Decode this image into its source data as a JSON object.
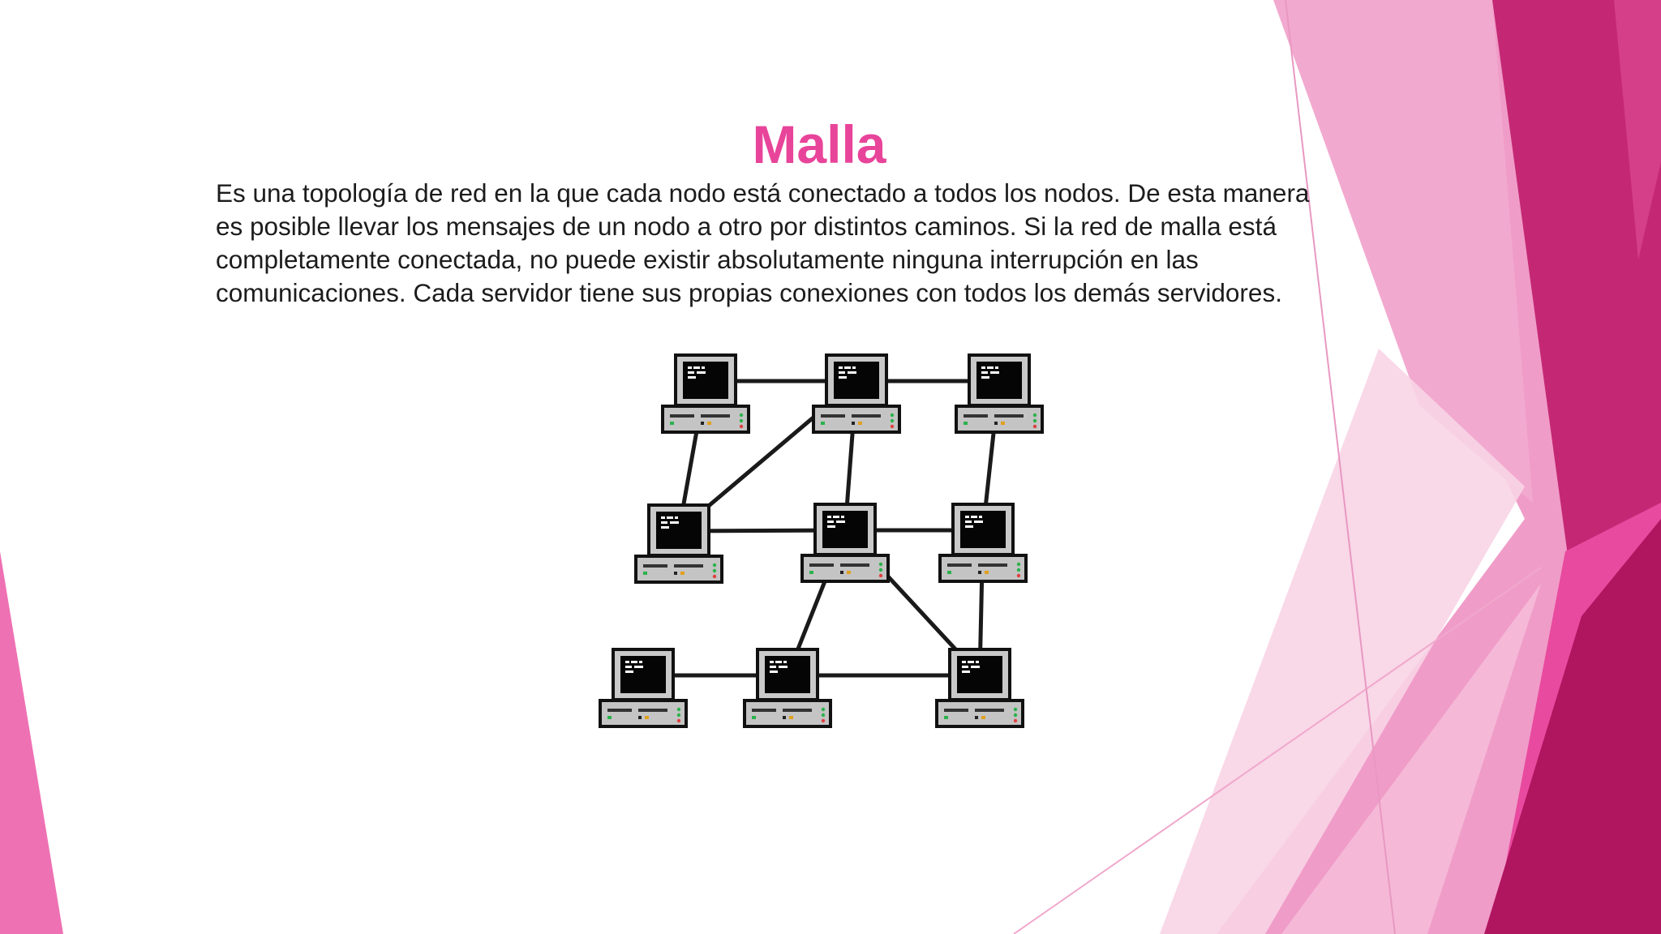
{
  "slide": {
    "title": "Malla",
    "body_lines": [
      "Es una topología de red en la que cada nodo está conectado a todos los nodos. De esta manera",
      "es posible llevar los mensajes de un nodo a otro por distintos caminos. Si la red de malla está",
      "completamente conectada, no puede existir absolutamente ninguna interrupción en las",
      "comunicaciones. Cada servidor tiene sus propias conexiones con todos los demás servidores."
    ]
  },
  "diagram": {
    "nodes": [
      "computer-1",
      "computer-2",
      "computer-3",
      "computer-4",
      "computer-5",
      "computer-6",
      "computer-7",
      "computer-8",
      "computer-9"
    ],
    "links": [
      [
        0,
        1
      ],
      [
        1,
        2
      ],
      [
        0,
        3
      ],
      [
        1,
        3
      ],
      [
        1,
        4
      ],
      [
        2,
        5
      ],
      [
        3,
        4
      ],
      [
        4,
        5
      ],
      [
        4,
        7
      ],
      [
        4,
        8
      ],
      [
        5,
        8
      ],
      [
        6,
        7
      ],
      [
        7,
        8
      ]
    ]
  },
  "colors": {
    "accent": "#e8449a",
    "magenta_dark": "#b5185f",
    "pink_light": "#f3a3cc",
    "text": "#1c1c1c"
  }
}
